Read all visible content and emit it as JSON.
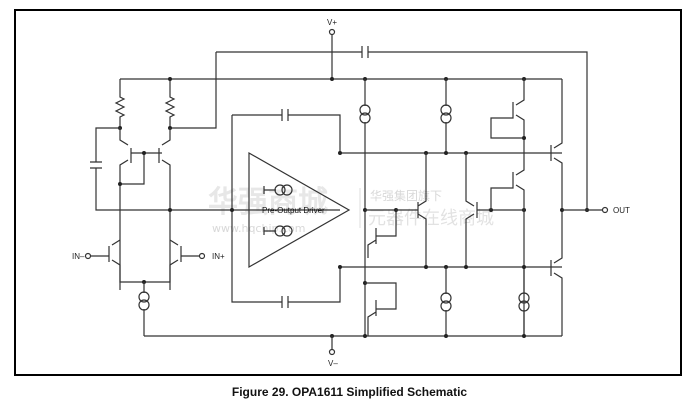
{
  "figure": {
    "caption": "Figure 29.  OPA1611 Simplified Schematic"
  },
  "terminals": {
    "vplus": "V+",
    "vminus": "V–",
    "in_minus": "IN–",
    "in_plus": "IN+",
    "out": "OUT"
  },
  "blocks": {
    "pre_output_driver": "Pre-Output Driver"
  },
  "watermark": {
    "logo": "华强商城",
    "line1": "华强集团旗下",
    "line2": "元器件在线商城",
    "url": "www.hqchip.com"
  }
}
